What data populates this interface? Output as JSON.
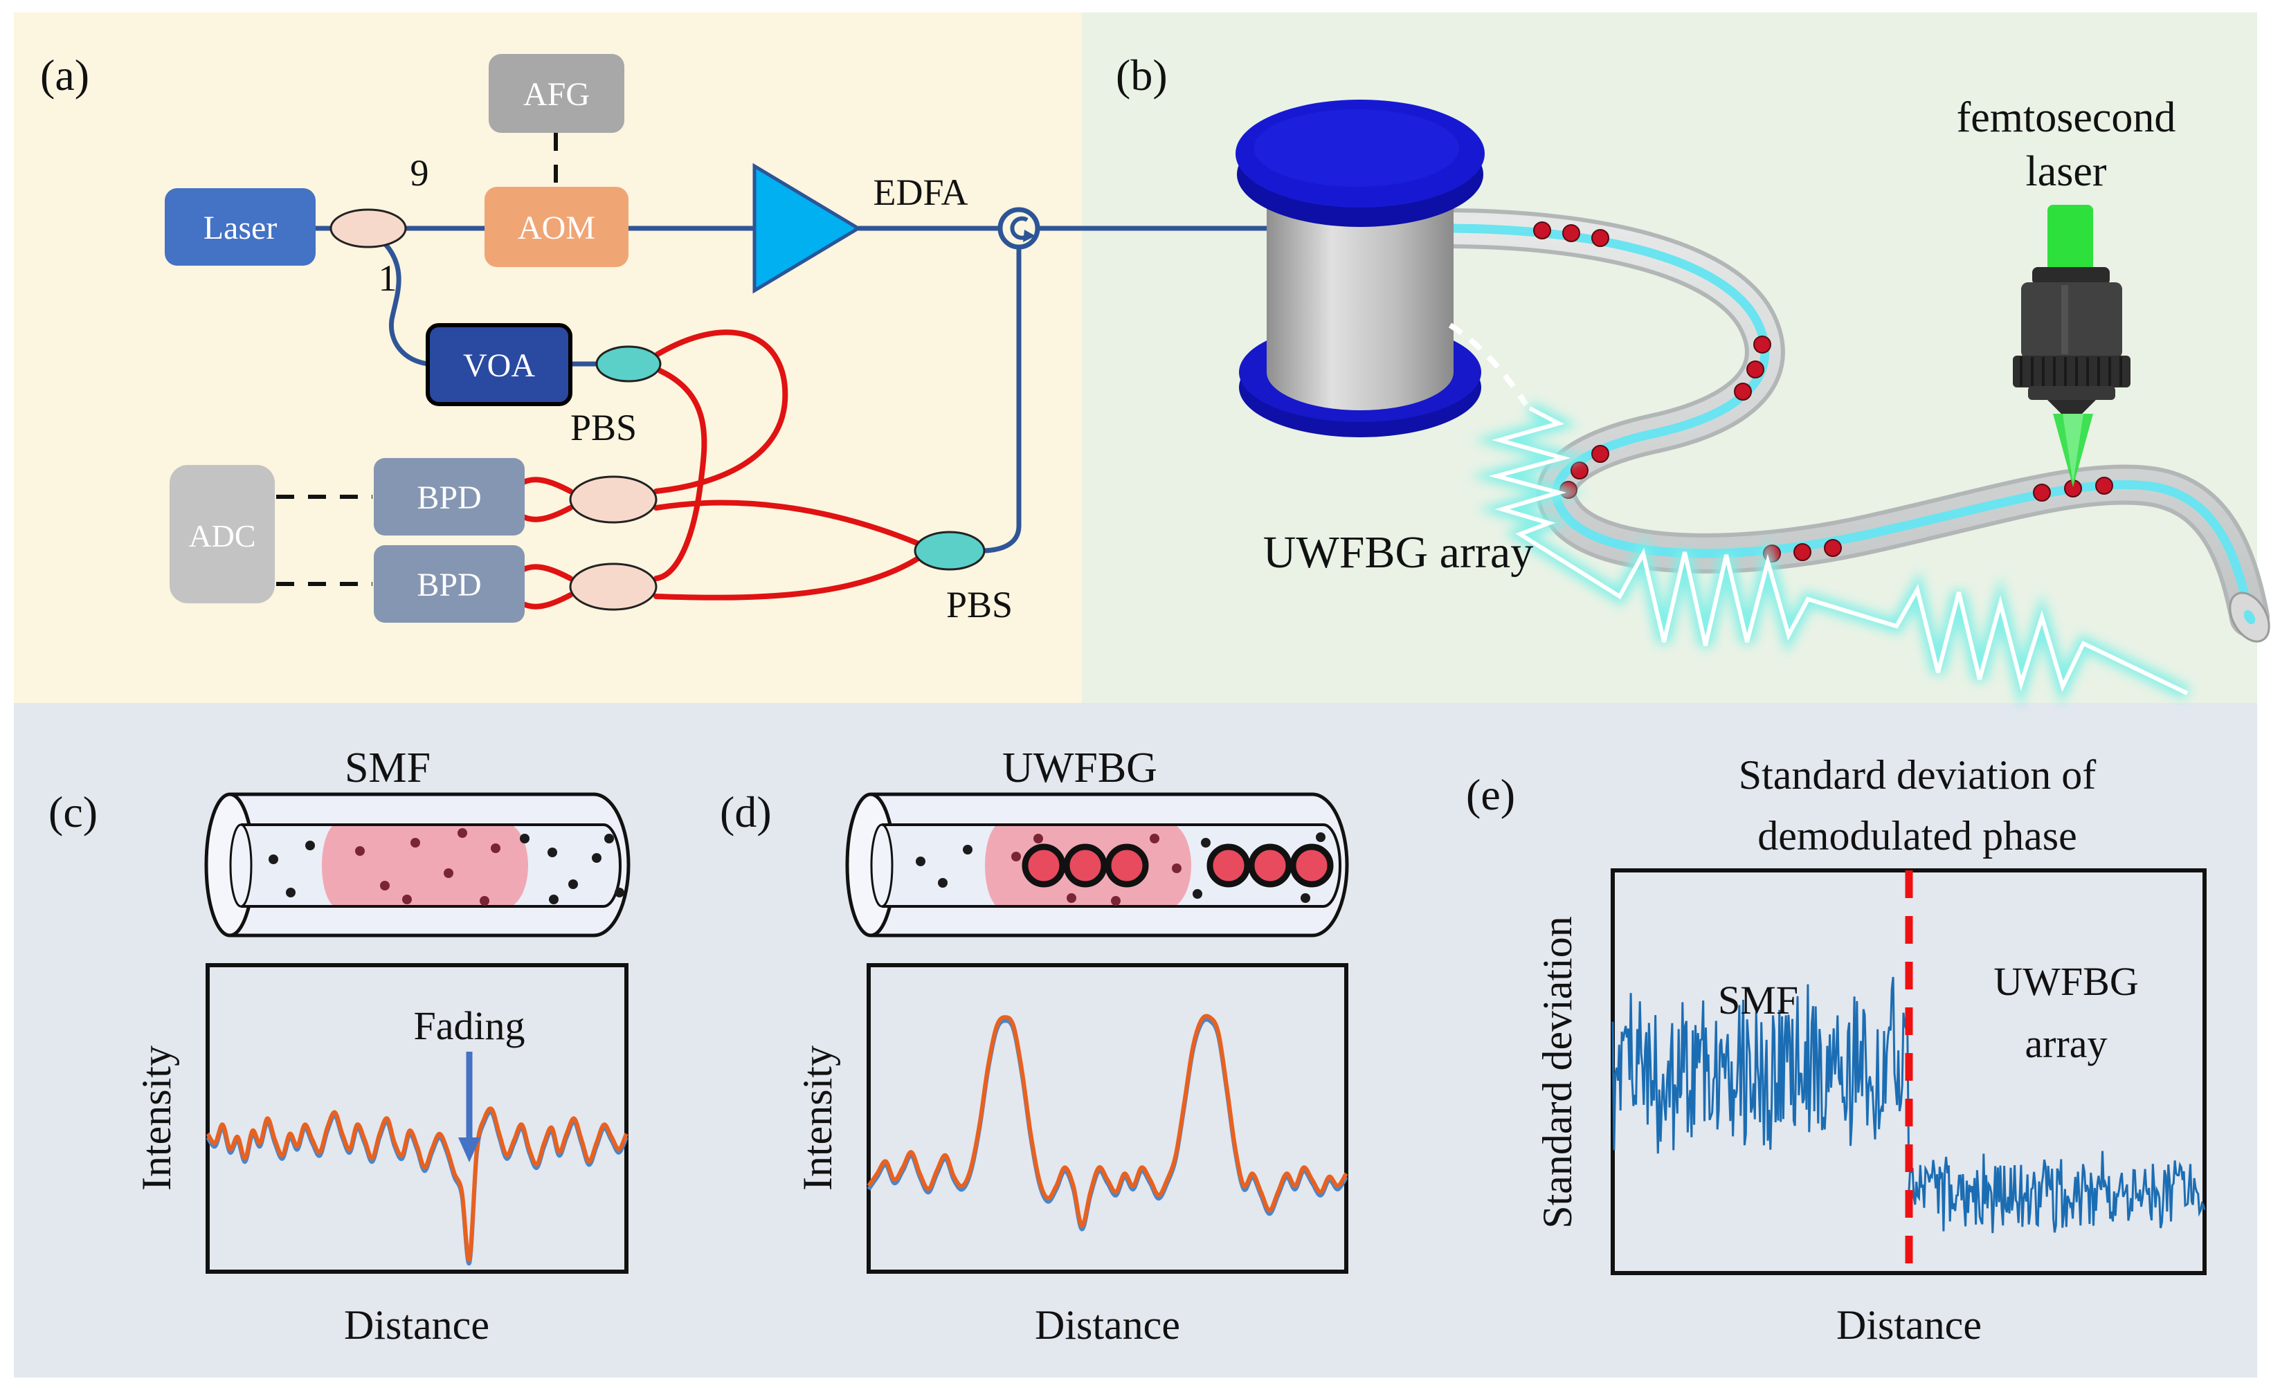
{
  "panel_a": {
    "label": "(a)",
    "laser": "Laser",
    "coupler_ratio_9": "9",
    "coupler_ratio_1": "1",
    "afg": "AFG",
    "aom": "AOM",
    "edfa": "EDFA",
    "voa": "VOA",
    "pbs1": "PBS",
    "pbs2": "PBS",
    "bpd1": "BPD",
    "bpd2": "BPD",
    "adc": "ADC",
    "colors": {
      "background": "#fcf5df",
      "laser_box": "#4472c4",
      "aom_box": "#f0a575",
      "afg_box": "#a8a8a8",
      "voa_box": "#2a4aa1",
      "edfa_triangle": "#00b0f0",
      "bpd_box": "#8596b2",
      "adc_box": "#c3c3c3",
      "fiber_blue": "#2f5597",
      "fiber_red": "#e01212",
      "pbs_fill": "#5ad0c8",
      "coupler_fill": "#f7d9cc"
    }
  },
  "panel_b": {
    "label": "(b)",
    "femtosecond_laser_line1": "femtosecond",
    "femtosecond_laser_line2": "laser",
    "uwfbg_array_label": "UWFBG array",
    "colors": {
      "background": "#e9f2e5",
      "spool_blue": "#1618c9",
      "fiber_gray": "#d7d9d9",
      "fiber_core": "#6ae4f0",
      "grating_dot": "#c81426",
      "laser_beam": "#2ee03c",
      "pulse": "#ffffff"
    }
  },
  "panel_c": {
    "label": "(c)",
    "title": "SMF",
    "ylabel": "Intensity",
    "xlabel": "Distance",
    "annotation": "Fading"
  },
  "panel_d": {
    "label": "(d)",
    "title": "UWFBG",
    "ylabel": "Intensity",
    "xlabel": "Distance"
  },
  "panel_e": {
    "label": "(e)",
    "title_line1": "Standard deviation of",
    "title_line2": "demodulated phase",
    "ylabel": "Standard deviation",
    "xlabel": "Distance",
    "region_left": "SMF",
    "region_right_line1": "UWFBG",
    "region_right_line2": "array",
    "divider_color": "#ee1111"
  },
  "chart_data": [
    {
      "id": "smf_intensity",
      "type": "line",
      "title": "SMF",
      "xlabel": "Distance",
      "ylabel": "Intensity",
      "annotation": "Fading",
      "grid": false,
      "fading_index": 35,
      "series": [
        {
          "name": "rayleigh-backscatter-trace",
          "color": "#e8611f",
          "shadow_color": "#4a86c8",
          "y": [
            0.55,
            0.58,
            0.52,
            0.6,
            0.56,
            0.63,
            0.54,
            0.58,
            0.5,
            0.57,
            0.62,
            0.55,
            0.59,
            0.52,
            0.57,
            0.61,
            0.53,
            0.48,
            0.55,
            0.6,
            0.52,
            0.57,
            0.63,
            0.55,
            0.5,
            0.58,
            0.62,
            0.54,
            0.59,
            0.66,
            0.6,
            0.55,
            0.6,
            0.68,
            0.74,
            0.96,
            0.6,
            0.5,
            0.47,
            0.55,
            0.62,
            0.57,
            0.52,
            0.6,
            0.65,
            0.58,
            0.53,
            0.61,
            0.55,
            0.5,
            0.57,
            0.64,
            0.58,
            0.52,
            0.56,
            0.6,
            0.55
          ]
        }
      ]
    },
    {
      "id": "uwfbg_intensity",
      "type": "line",
      "title": "UWFBG",
      "xlabel": "Distance",
      "ylabel": "Intensity",
      "grid": false,
      "peak_indices": [
        16,
        40
      ],
      "series": [
        {
          "name": "uwfbg-reflection-trace",
          "color": "#e8611f",
          "shadow_color": "#4a86c8",
          "y": [
            0.72,
            0.68,
            0.64,
            0.7,
            0.66,
            0.61,
            0.68,
            0.73,
            0.67,
            0.62,
            0.69,
            0.72,
            0.66,
            0.52,
            0.33,
            0.2,
            0.17,
            0.2,
            0.35,
            0.55,
            0.7,
            0.76,
            0.72,
            0.66,
            0.72,
            0.85,
            0.74,
            0.66,
            0.7,
            0.74,
            0.68,
            0.72,
            0.66,
            0.7,
            0.75,
            0.7,
            0.62,
            0.45,
            0.27,
            0.18,
            0.17,
            0.22,
            0.4,
            0.6,
            0.72,
            0.68,
            0.74,
            0.8,
            0.74,
            0.68,
            0.72,
            0.66,
            0.7,
            0.74,
            0.69,
            0.72,
            0.68
          ]
        }
      ]
    },
    {
      "id": "std_phase",
      "type": "line",
      "title": "Standard deviation of demodulated phase",
      "xlabel": "Distance",
      "ylabel": "Standard deviation",
      "grid": false,
      "series_color": "#1b6db3",
      "divider": {
        "x": 0.5,
        "color": "#ee1111",
        "style": "dashed"
      },
      "regions": [
        {
          "label": "SMF",
          "x_range": [
            0.0,
            0.5
          ],
          "center": 0.5,
          "half_amplitude": 0.12,
          "points": 230,
          "seed": 7
        },
        {
          "label": "UWFBG array",
          "x_range": [
            0.5,
            1.0
          ],
          "center": 0.8,
          "half_amplitude": 0.055,
          "points": 230,
          "seed": 13
        }
      ]
    }
  ]
}
